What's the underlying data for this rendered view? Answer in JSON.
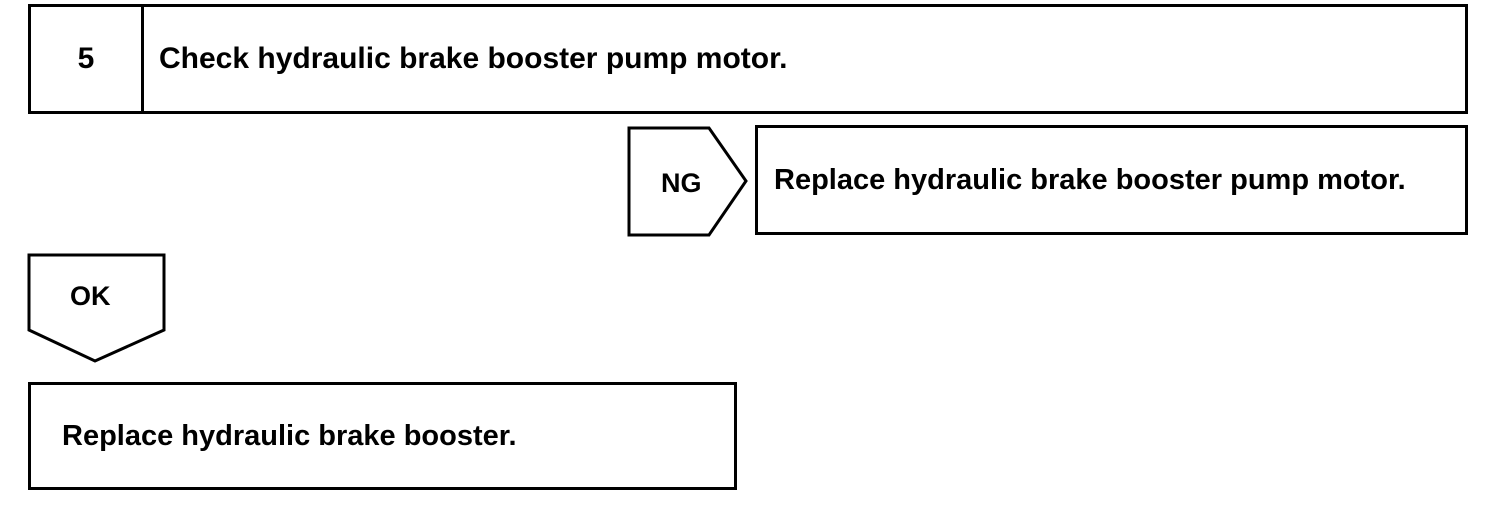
{
  "step": {
    "number": "5",
    "text": "Check hydraulic brake booster pump motor."
  },
  "ng_branch": {
    "label": "NG",
    "action": "Replace hydraulic brake booster pump motor."
  },
  "ok_branch": {
    "label": "OK",
    "action": "Replace hydraulic brake booster."
  }
}
